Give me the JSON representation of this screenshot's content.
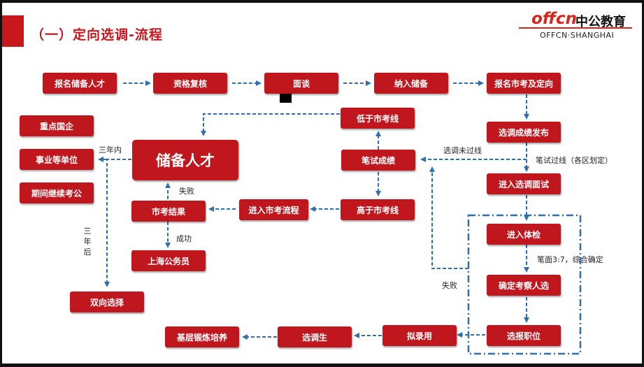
{
  "header": {
    "title": "（一）定向选调-流程",
    "logo_brand": "offcn",
    "logo_cn": "中公教育",
    "logo_en": "OFFCN·SHANGHAI"
  },
  "nodes": {
    "register": "报名储备人才",
    "qualify": "资格复核",
    "interview": "面谈",
    "reserve_in": "纳入储备",
    "register_exam": "报名市考及定向",
    "publish_score": "选调成绩发布",
    "below_line": "低于市考线",
    "written_score": "笔试成绩",
    "above_line": "高于市考线",
    "reserve_talent": "储备人才",
    "key_soe": "重点国企",
    "institutions": "事业等单位",
    "continue_exam": "期间继续考公",
    "exam_result": "市考结果",
    "enter_exam_flow": "进入市考流程",
    "sh_civil_servant": "上海公务员",
    "two_way": "双向选择",
    "selection_interview": "进入选调面试",
    "physical": "进入体检",
    "confirm_inspect": "确定考察人选",
    "choose_post": "选报职位",
    "hire_plan": "拟录用",
    "selected": "选调生",
    "grassroots": "基层锻炼培养"
  },
  "labels": {
    "three_years_in": "三年内",
    "three_years_after": "三年后",
    "fail_1": "失败",
    "success": "成功",
    "not_passed": "选调未过线",
    "passed": "笔试过线（各区划定）",
    "ratio": "笔面3:7，综合确定",
    "fail_2": "失败"
  },
  "colors": {
    "node_red": "#c0161d",
    "arrow_blue": "#2f6fae",
    "title_red": "#c9171e"
  }
}
